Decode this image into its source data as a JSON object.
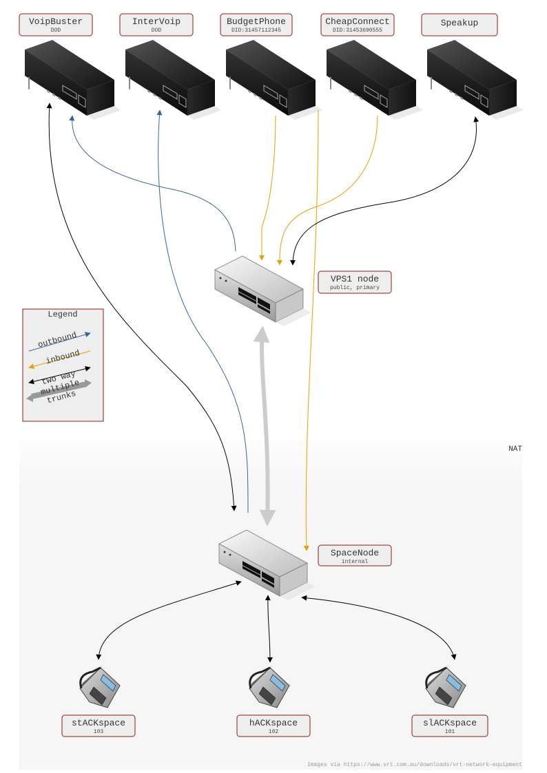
{
  "providers": [
    {
      "id": "voipbuster",
      "name": "VoipBuster",
      "sub": "DOD"
    },
    {
      "id": "intervoip",
      "name": "InterVoip",
      "sub": "DOD"
    },
    {
      "id": "budgetphone",
      "name": "BudgetPhone",
      "sub": "DID:31457112345"
    },
    {
      "id": "cheapconnect",
      "name": "CheapConnect",
      "sub": "DID:31453690555"
    },
    {
      "id": "speakup",
      "name": "Speakup",
      "sub": ""
    }
  ],
  "nodes": {
    "vps1": {
      "name": "VPS1 node",
      "sub": "public, primary"
    },
    "spacenode": {
      "name": "SpaceNode",
      "sub": "internal"
    }
  },
  "phones": [
    {
      "id": "stackspace",
      "name": "stACKspace",
      "ext": "103"
    },
    {
      "id": "hackspace",
      "name": "hACKspace",
      "ext": "102"
    },
    {
      "id": "slackspace",
      "name": "slACKspace",
      "ext": "101"
    }
  ],
  "legend": {
    "title": "Legend",
    "outbound": "outbound",
    "inbound": "inbound",
    "two_way": "two way",
    "multiple_trunks": [
      "multiple",
      "trunks"
    ]
  },
  "zone_label": "NAT",
  "credit": "Images via https://www.vrt.com.au/downloads/vrt-network-equipment",
  "colors": {
    "outbound": "#336699",
    "inbound": "#e6a000",
    "two_way": "#000000",
    "trunks": "#cccccc",
    "label_border": "#8b1a1a"
  }
}
